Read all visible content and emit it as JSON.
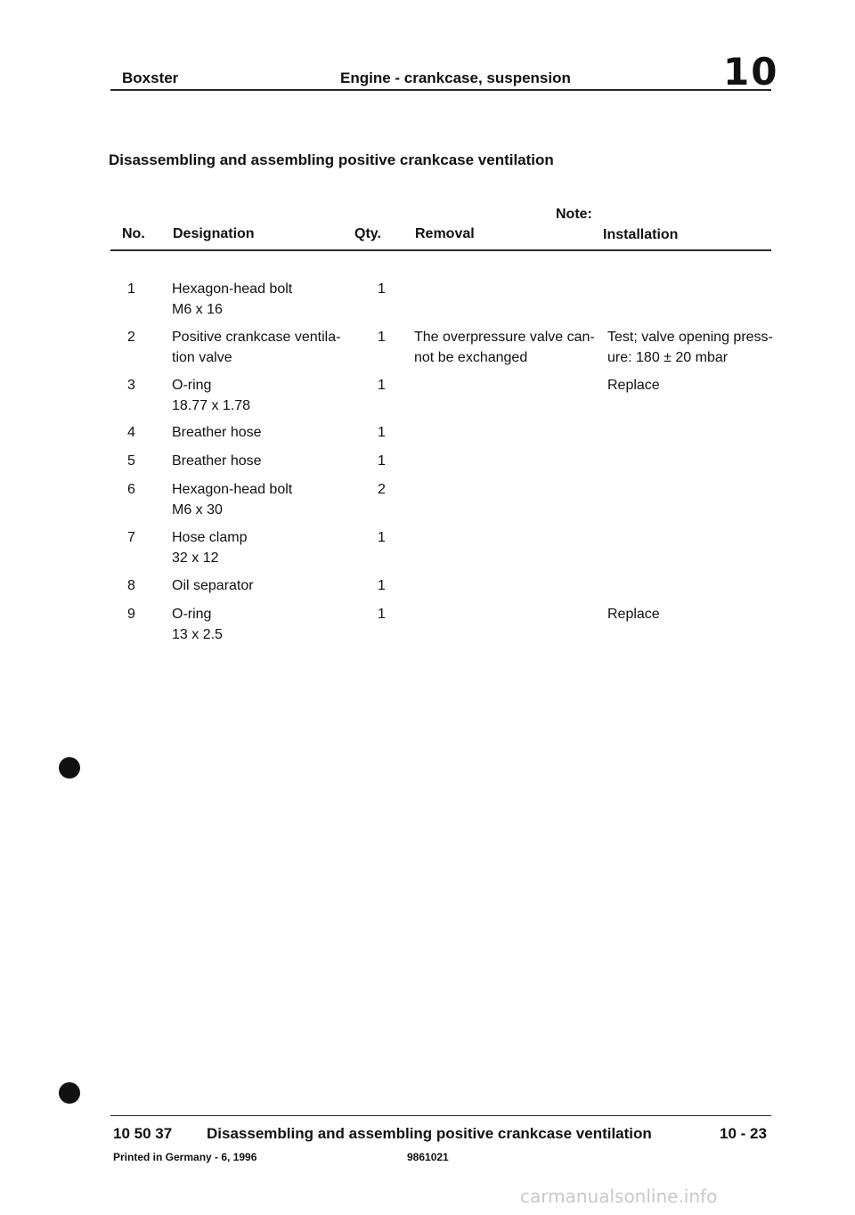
{
  "header": {
    "left": "Boxster",
    "center": "Engine - crankcase, suspension",
    "group_number": "10"
  },
  "section_title": "Disassembling and assembling positive crankcase ventilation",
  "table": {
    "note_label": "Note:",
    "columns": {
      "no": "No.",
      "designation": "Designation",
      "qty": "Qty.",
      "removal": "Removal",
      "installation": "Installation"
    },
    "rows": [
      {
        "no": "1",
        "designation": [
          "Hexagon-head bolt",
          "M6 x 16"
        ],
        "qty": "1",
        "removal": [],
        "installation": []
      },
      {
        "no": "2",
        "designation": [
          "Positive crankcase ventila-",
          "tion valve"
        ],
        "qty": "1",
        "removal": [
          "The overpressure valve can-",
          "not be exchanged"
        ],
        "installation": [
          "Test; valve opening press-",
          "ure: 180 ± 20 mbar"
        ]
      },
      {
        "no": "3",
        "designation": [
          "O-ring",
          "18.77  x 1.78"
        ],
        "qty": "1",
        "removal": [],
        "installation": [
          "Replace"
        ]
      },
      {
        "no": "4",
        "designation": [
          "Breather hose"
        ],
        "qty": "1",
        "removal": [],
        "installation": []
      },
      {
        "no": "5",
        "designation": [
          "Breather hose"
        ],
        "qty": "1",
        "removal": [],
        "installation": []
      },
      {
        "no": "6",
        "designation": [
          "Hexagon-head bolt",
          "M6 x 30"
        ],
        "qty": "2",
        "removal": [],
        "installation": []
      },
      {
        "no": "7",
        "designation": [
          "Hose clamp",
          "32 x 12"
        ],
        "qty": "1",
        "removal": [],
        "installation": []
      },
      {
        "no": "8",
        "designation": [
          "Oil separator"
        ],
        "qty": "1",
        "removal": [],
        "installation": []
      },
      {
        "no": "9",
        "designation": [
          "O-ring",
          "13 x 2.5"
        ],
        "qty": "1",
        "removal": [],
        "installation": [
          "Replace"
        ]
      }
    ]
  },
  "footer": {
    "code": "10 50 37",
    "title": "Disassembling and assembling positive crankcase ventilation",
    "page": "10 - 23",
    "printed": "Printed in Germany - 6, 1996",
    "part_number": "9861021"
  },
  "watermark": "carmanualsonline.info"
}
